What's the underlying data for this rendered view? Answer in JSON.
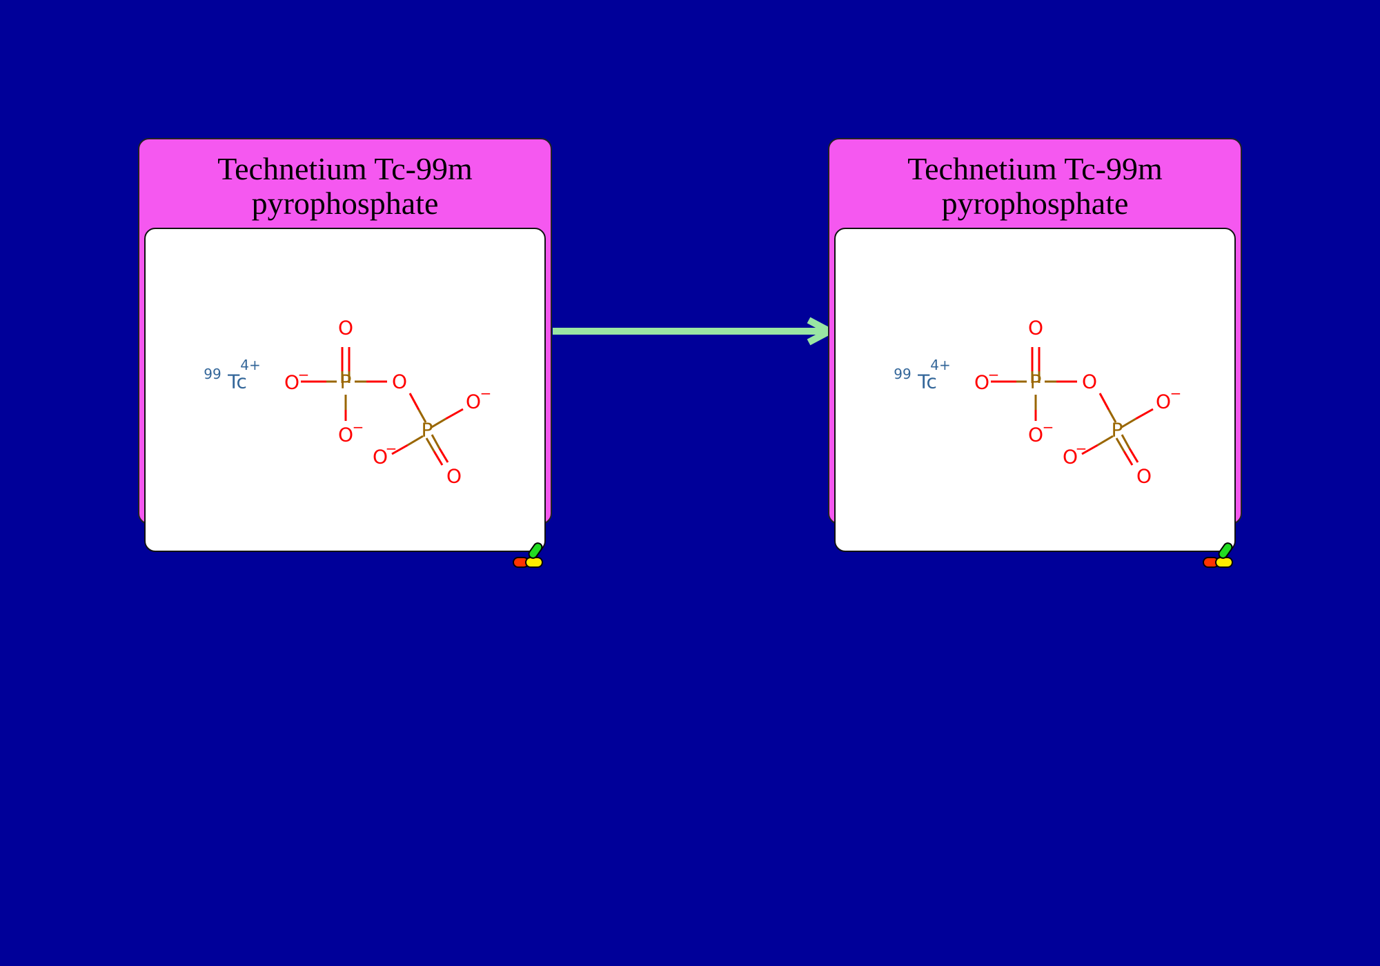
{
  "nodes": [
    {
      "title_line1": "Technetium Tc-99m",
      "title_line2": "pyrophosphate"
    },
    {
      "title_line1": "Technetium Tc-99m",
      "title_line2": "pyrophosphate"
    }
  ],
  "molecule": {
    "metal": "Tc",
    "isotope": "99",
    "metal_charge": "4+",
    "oxygen": "O",
    "phosphorus": "P",
    "minus": "−"
  },
  "colors": {
    "background": "#000099",
    "node_fill": "#f558f0",
    "arrow": "#99e6a3",
    "oxygen": "#ff0000",
    "phosphorus": "#996600",
    "technetium": "#336699"
  },
  "icons": {
    "drug_badge": "pill-icon",
    "edge": "arrow-right-icon"
  }
}
